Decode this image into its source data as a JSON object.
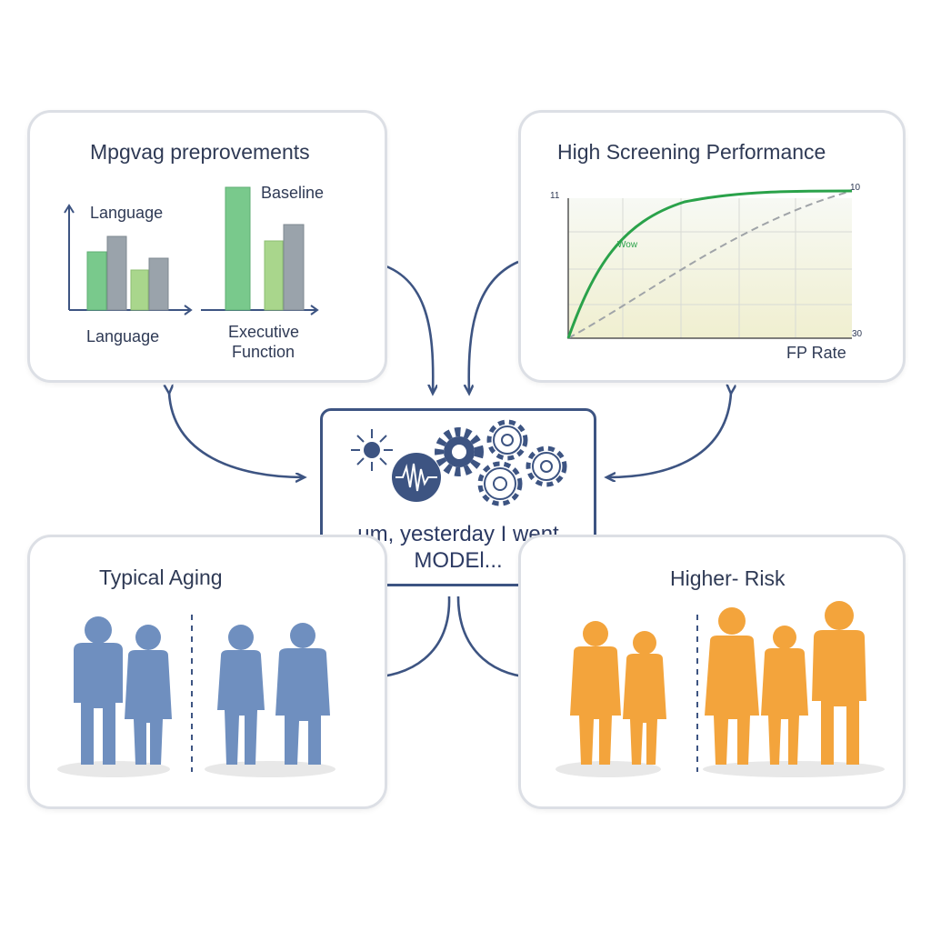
{
  "colors": {
    "accent": "#3d5482",
    "green_bar": "#79c98c",
    "gray_bar": "#9aa3ab",
    "roc_curve": "#2aa24a",
    "typical_figure": "#6f8fbf",
    "risk_figure": "#f3a43c"
  },
  "panel_improvements": {
    "title": "Mpgvag preprovements",
    "label_language_top": "Language",
    "label_baseline": "Baseline",
    "label_language_bottom": "Language",
    "label_executive": "Executive",
    "label_function": "Function"
  },
  "panel_screening": {
    "title": "High Screening Performance",
    "y_tick_top": "11",
    "x_tick_right_top": "10",
    "x_tick_right_bottom": "30",
    "curve_label": "Wow",
    "x_axis_label": "FP Rate"
  },
  "center_model": {
    "icons": [
      "sun-burst-icon",
      "brain-waveform-icon",
      "gear-icon",
      "gear-icon",
      "gear-icon",
      "gear-icon"
    ],
    "line1": "um, yesterday I went",
    "line2": "MODEl..."
  },
  "panel_typical": {
    "title": "Typical Aging"
  },
  "panel_risk": {
    "title": "Higher- Risk"
  }
}
